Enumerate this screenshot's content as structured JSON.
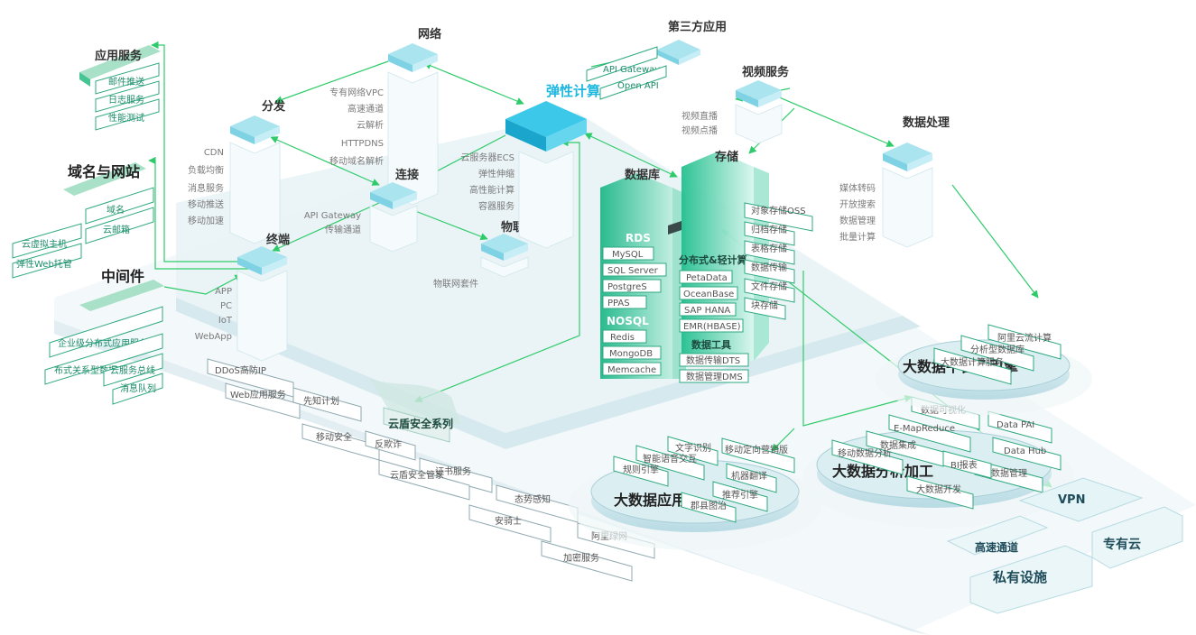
{
  "colors": {
    "accent": "#19c49a",
    "arrow": "#2fcb6a",
    "cube_top": "#a9e4ef",
    "cube_side": "#e6f5f8",
    "hub": "#38c8e8",
    "box_border": "#2fa97f",
    "platform": "#eef5f7"
  },
  "left_groups": [
    {
      "title": "应用服务",
      "items": [
        "邮件推送",
        "日志服务",
        "性能测试"
      ]
    },
    {
      "title": "域名与网站",
      "items": [
        "域名",
        "云邮箱",
        "云虚拟主机",
        "弹性Web托管"
      ]
    },
    {
      "title": "中间件",
      "items": [
        "企业级分布式应用服务",
        "消息队列",
        "布式关系型数据库服务",
        "云服务总线"
      ]
    }
  ],
  "stacks": {
    "network": {
      "title": "网络",
      "items": [
        "专有网络VPC",
        "高速通道",
        "云解析",
        "HTTPDNS",
        "移动域名解析"
      ]
    },
    "distribution": {
      "title": "分发",
      "items": [
        "CDN",
        "负载均衡",
        "消息服务",
        "移动推送",
        "移动加速"
      ]
    },
    "connect": {
      "title": "连接",
      "items": [
        "API Gateway",
        "传输通道"
      ]
    },
    "terminal": {
      "title": "终端",
      "items": [
        "APP",
        "PC",
        "IoT",
        "WebApp"
      ]
    },
    "iot": {
      "title": "物联网",
      "items": [
        "物联网套件"
      ]
    },
    "elastic": {
      "title": "弹性计算",
      "items": [
        "云服务器ECS",
        "弹性伸缩",
        "高性能计算",
        "容器服务"
      ]
    },
    "third_party": {
      "title": "第三方应用",
      "items": [
        "API Gateway",
        "Open API"
      ]
    },
    "video": {
      "title": "视频服务",
      "items": [
        "视频直播",
        "视频点播"
      ]
    },
    "data_processing": {
      "title": "数据处理",
      "items": [
        "媒体转码",
        "开放搜索",
        "数据管理",
        "批量计算"
      ]
    }
  },
  "database": {
    "title": "数据库",
    "rds_title": "RDS",
    "rds": [
      "MySQL",
      "SQL Server",
      "PostgreS",
      "PPAS"
    ],
    "nosql_title": "NOSQL",
    "nosql": [
      "Redis",
      "MongoDB",
      "Memcache"
    ],
    "distributed_title": "分布式&轻计算",
    "distributed": [
      "PetaData",
      "OceanBase",
      "SAP HANA",
      "EMR(HBASE)"
    ],
    "tools_title": "数据工具",
    "tools": [
      "数据传输DTS",
      "数据管理DMS"
    ]
  },
  "storage": {
    "title": "存储",
    "items": [
      "对象存储OSS",
      "归档存储",
      "表格存储",
      "数据传输",
      "文件存储",
      "块存储"
    ]
  },
  "security": {
    "title": "云盾安全系列",
    "items": [
      "DDoS高防IP",
      "Web应用服务",
      "先知计划",
      "移动安全",
      "反欺诈",
      "证书服务",
      "云盾安全管家",
      "态势感知",
      "安骑士",
      "阿里绿网",
      "加密服务"
    ]
  },
  "bigdata_app": {
    "title": "大数据应用",
    "items": [
      "文字识别",
      "移动定向营销版",
      "智能语音交互",
      "机器翻译",
      "规则引擎",
      "推荐引擎",
      "郡县图治"
    ]
  },
  "bigdata_analysis": {
    "title": "大数据分析加工",
    "items": [
      "数据可视化",
      "E-MapReduce",
      "Data PAI",
      "数据集成",
      "Data Hub",
      "移动数据分析",
      "大数据管理",
      "大数据开发",
      "BI报表"
    ]
  },
  "bigdata_platform": {
    "title": "大数据平台及引擎",
    "items": [
      "阿里云流计算",
      "分析型数据库",
      "大数据计算服务"
    ]
  },
  "infra": {
    "vpn": "VPN",
    "express": "高速通道",
    "private_cloud": "专有云",
    "private_infra": "私有设施"
  }
}
